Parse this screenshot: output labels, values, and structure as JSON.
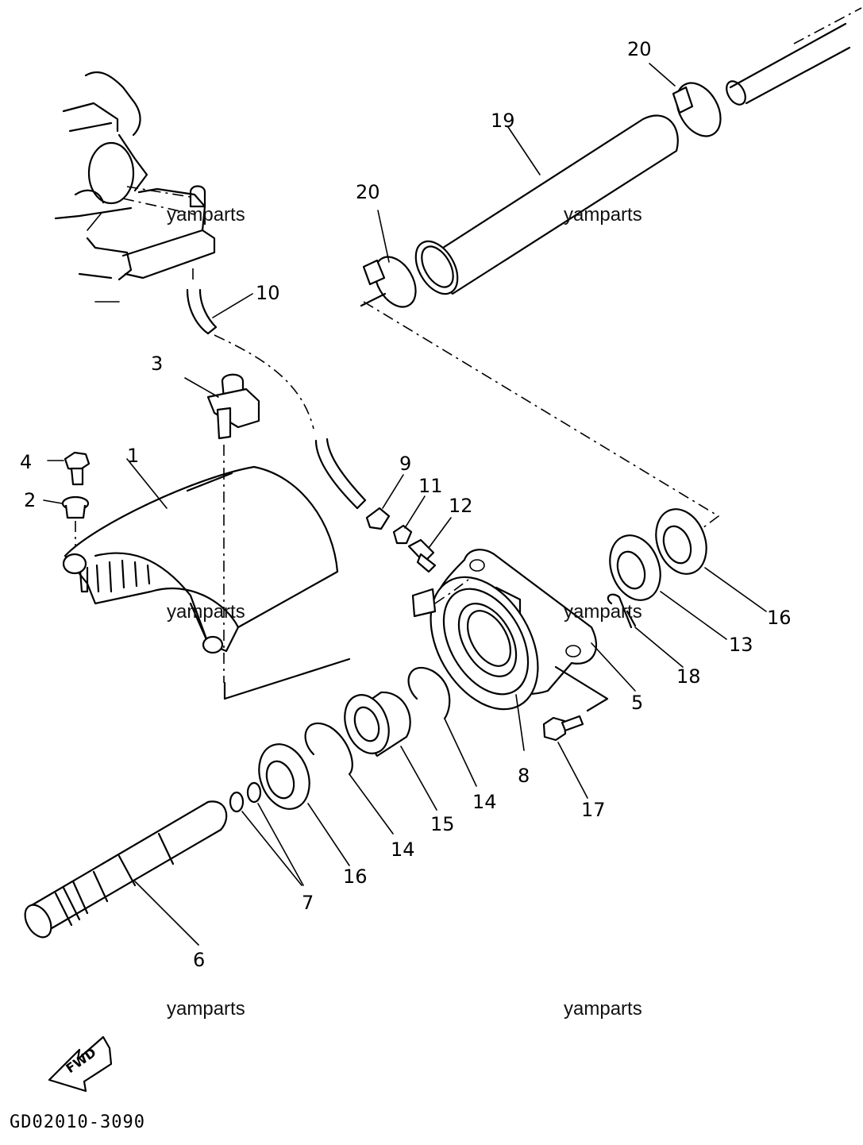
{
  "watermark": "yamparts",
  "diagram_code": "GD02010-3090",
  "fwd_label": "FWD",
  "callouts": {
    "c1": "1",
    "c2": "2",
    "c3": "3",
    "c4": "4",
    "c5": "5",
    "c6": "6",
    "c7": "7",
    "c8": "8",
    "c9": "9",
    "c10": "10",
    "c11": "11",
    "c12": "12",
    "c13": "13",
    "c14a": "14",
    "c14b": "14",
    "c15": "15",
    "c16a": "16",
    "c16b": "16",
    "c17": "17",
    "c18": "18",
    "c19": "19",
    "c20a": "20",
    "c20b": "20"
  }
}
